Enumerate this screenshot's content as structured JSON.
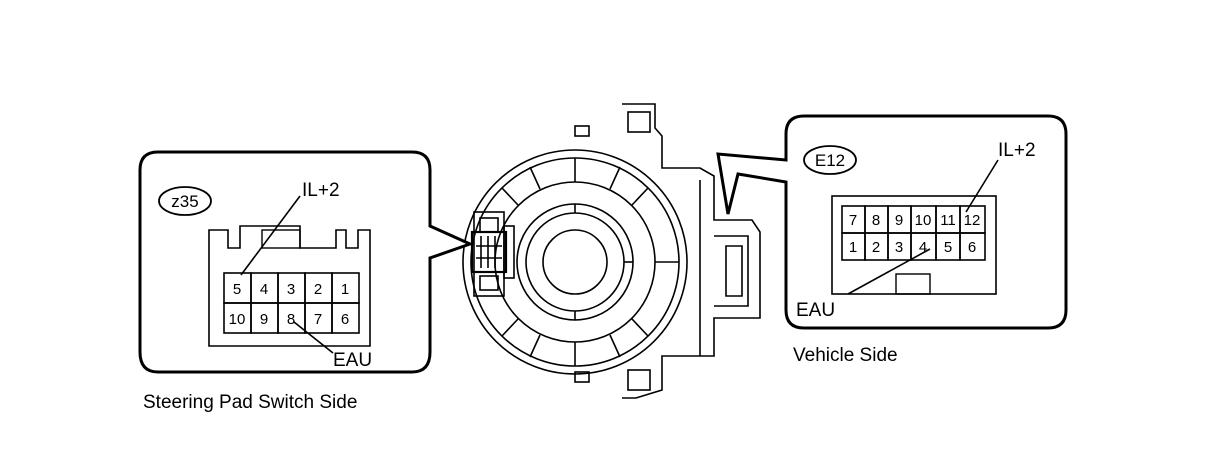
{
  "left_connector": {
    "code": "z35",
    "caption": "Steering Pad Switch Side",
    "pins_top": [
      "5",
      "4",
      "3",
      "2",
      "1"
    ],
    "pins_bottom": [
      "10",
      "9",
      "8",
      "7",
      "6"
    ],
    "signal_top": "IL+2",
    "signal_bottom": "EAU"
  },
  "right_connector": {
    "code": "E12",
    "caption": "Vehicle Side",
    "pins_top": [
      "7",
      "8",
      "9",
      "10",
      "11",
      "12"
    ],
    "pins_bottom": [
      "1",
      "2",
      "3",
      "4",
      "5",
      "6"
    ],
    "signal_top": "IL+2",
    "signal_bottom": "EAU"
  }
}
